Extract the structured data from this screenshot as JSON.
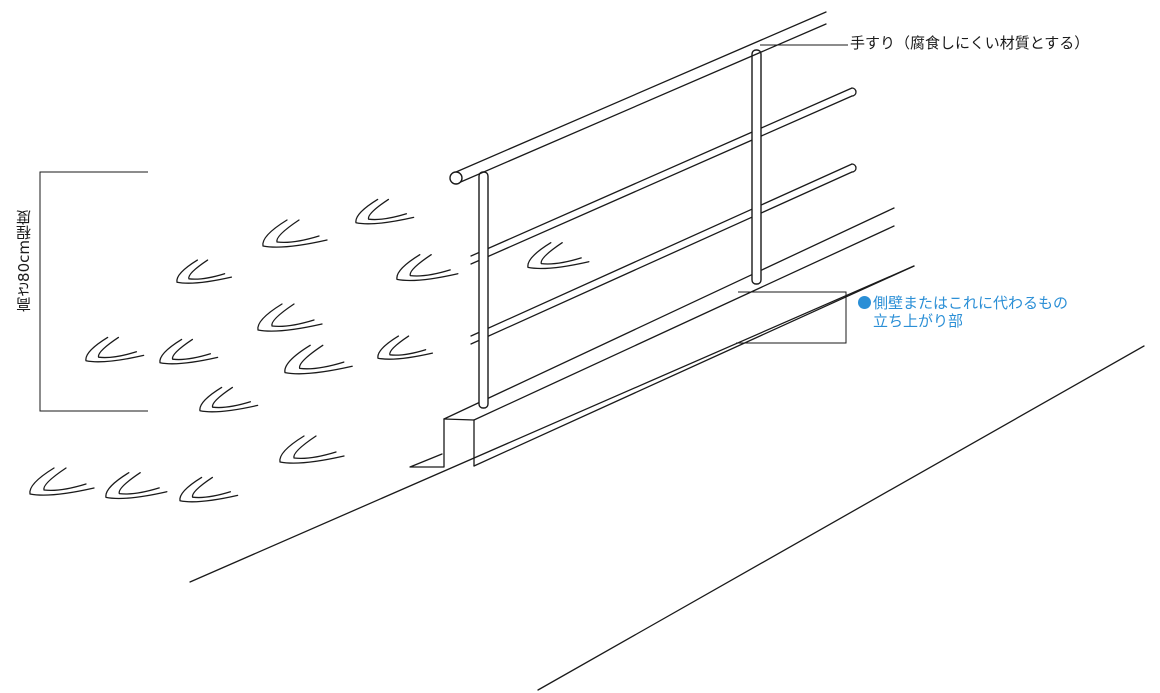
{
  "labels": {
    "handrail": "手すり（腐食しにくい材質とする）",
    "sidewall_line1": "側壁またはこれに代わるもの",
    "sidewall_line2": "立ち上がり部",
    "height": "高さ80cm程度"
  },
  "colors": {
    "line": "#1a1a1a",
    "accent": "#2b8fd6",
    "background": "#ffffff"
  },
  "icons": {
    "bullet": "filled-circle-icon",
    "water": "water-flow-icon"
  }
}
